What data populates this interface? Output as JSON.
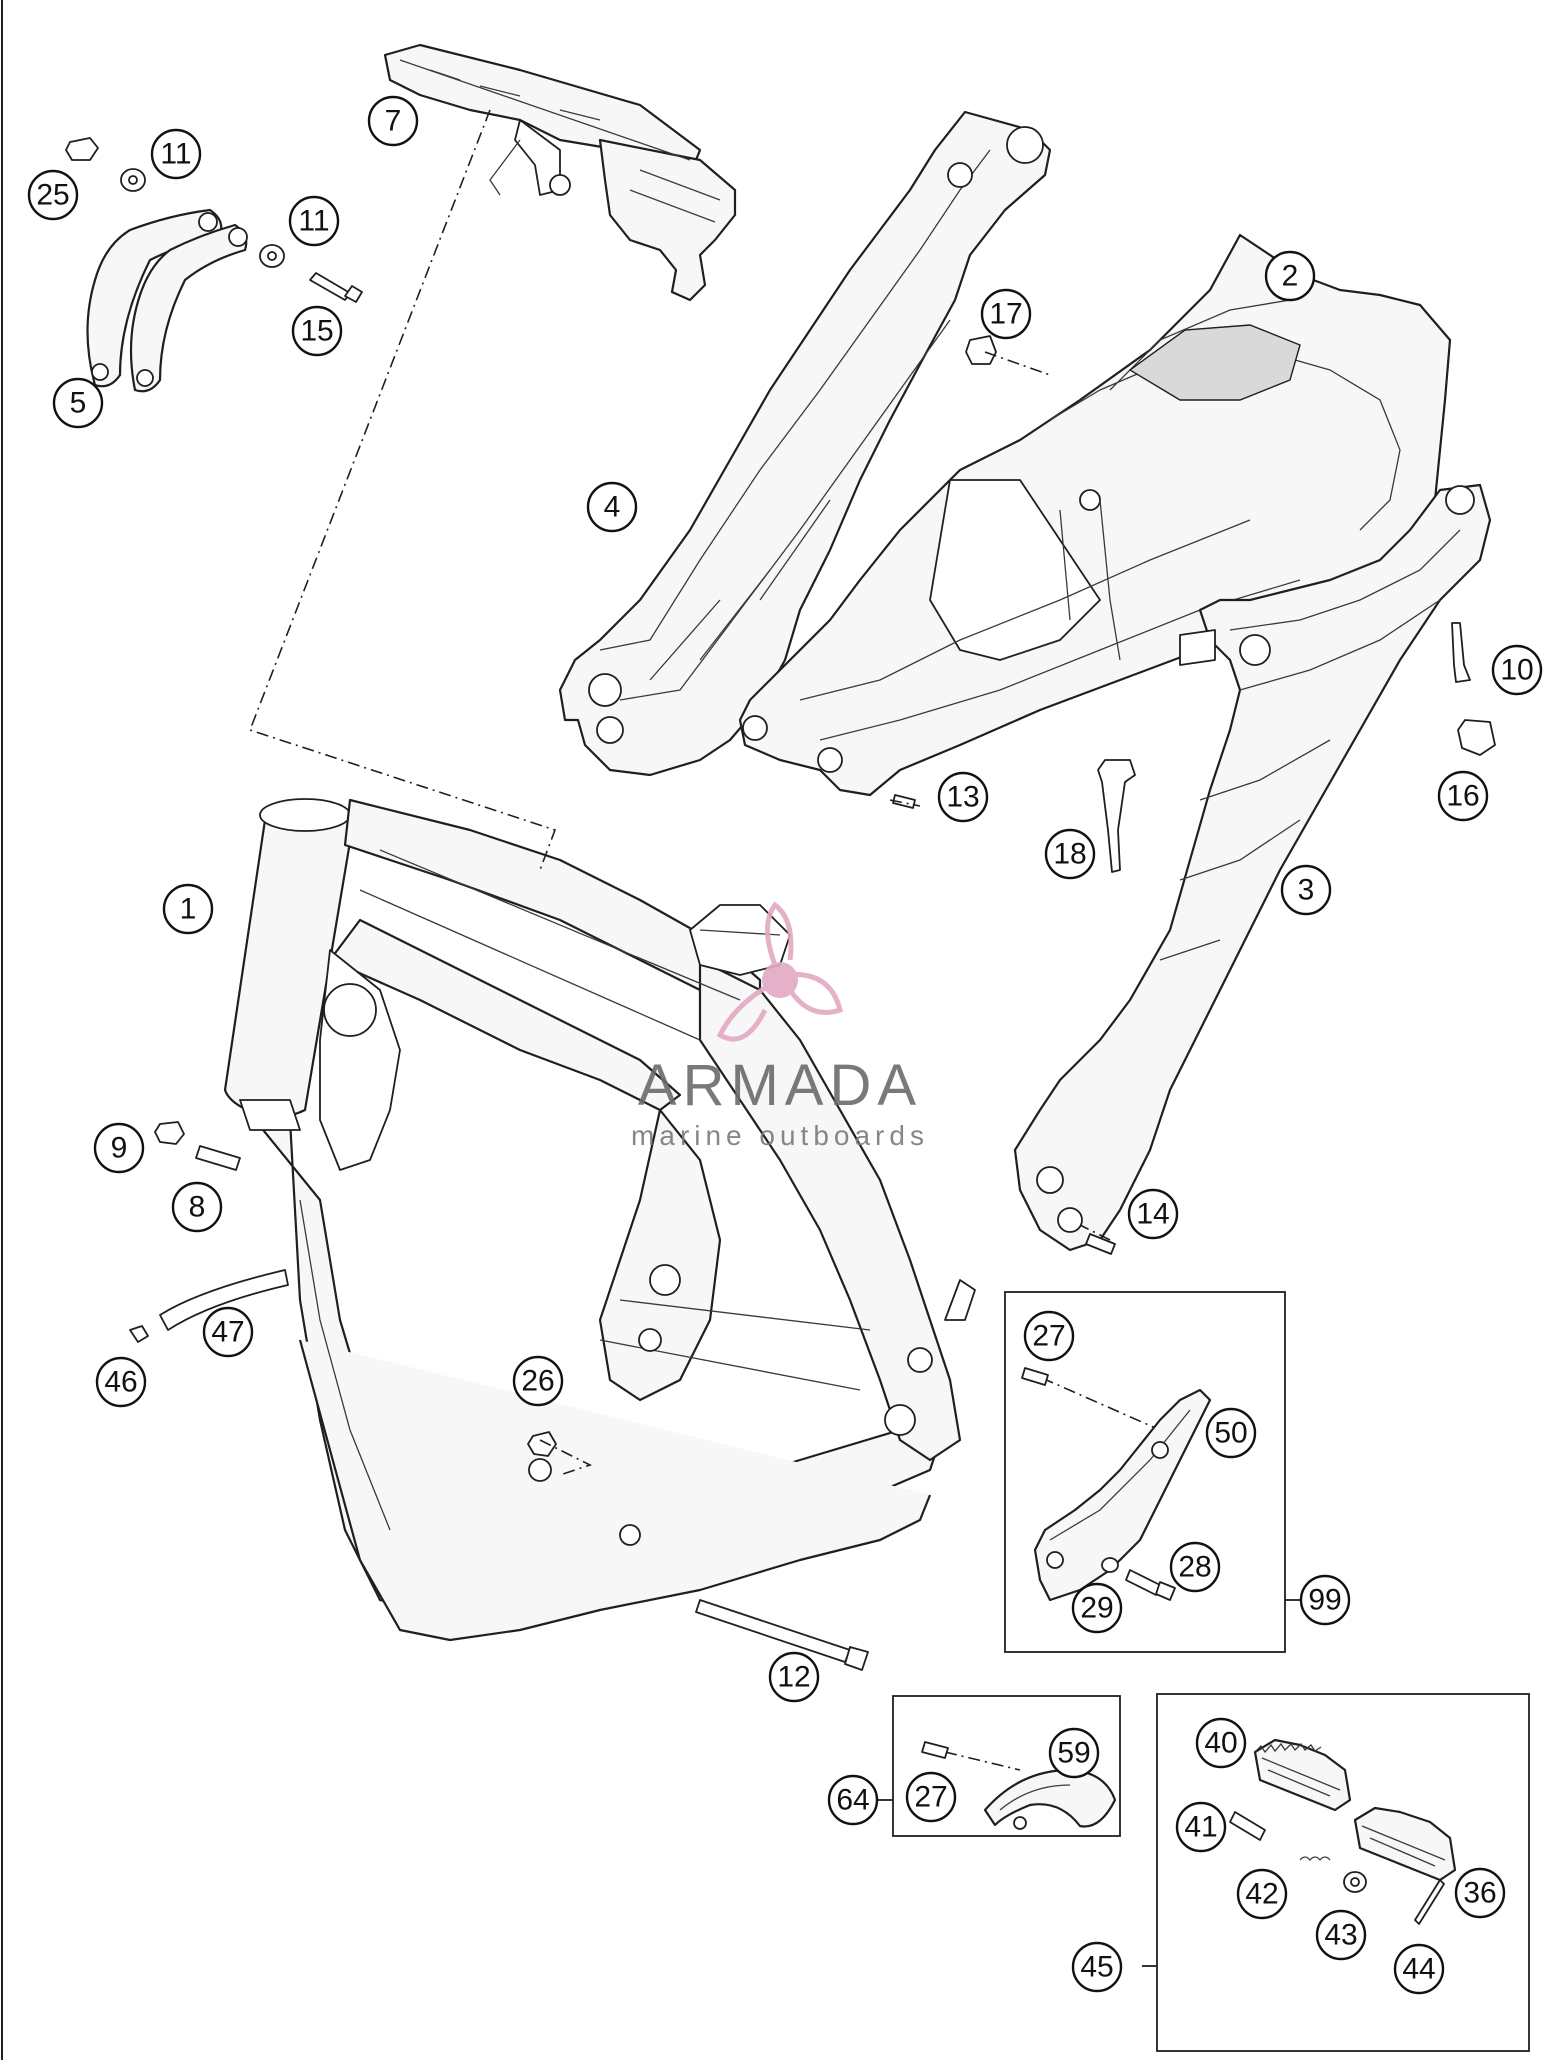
{
  "watermark": {
    "brand": "ARMADA",
    "tagline": "marine outboards",
    "accent_color": "#e3a9c4",
    "icon": "propeller-icon"
  },
  "callouts": [
    {
      "id": "c1",
      "label": "1"
    },
    {
      "id": "c2",
      "label": "2"
    },
    {
      "id": "c3",
      "label": "3"
    },
    {
      "id": "c4",
      "label": "4"
    },
    {
      "id": "c5",
      "label": "5"
    },
    {
      "id": "c7",
      "label": "7"
    },
    {
      "id": "c8",
      "label": "8"
    },
    {
      "id": "c9",
      "label": "9"
    },
    {
      "id": "c10",
      "label": "10"
    },
    {
      "id": "c11a",
      "label": "11"
    },
    {
      "id": "c11b",
      "label": "11"
    },
    {
      "id": "c12",
      "label": "12"
    },
    {
      "id": "c13",
      "label": "13"
    },
    {
      "id": "c14",
      "label": "14"
    },
    {
      "id": "c15",
      "label": "15"
    },
    {
      "id": "c16",
      "label": "16"
    },
    {
      "id": "c17",
      "label": "17"
    },
    {
      "id": "c18",
      "label": "18"
    },
    {
      "id": "c25",
      "label": "25"
    },
    {
      "id": "c26",
      "label": "26"
    },
    {
      "id": "c27a",
      "label": "27"
    },
    {
      "id": "c27b",
      "label": "27"
    },
    {
      "id": "c28",
      "label": "28"
    },
    {
      "id": "c29",
      "label": "29"
    },
    {
      "id": "c36",
      "label": "36"
    },
    {
      "id": "c40",
      "label": "40"
    },
    {
      "id": "c41",
      "label": "41"
    },
    {
      "id": "c42",
      "label": "42"
    },
    {
      "id": "c43",
      "label": "43"
    },
    {
      "id": "c44",
      "label": "44"
    },
    {
      "id": "c45",
      "label": "45"
    },
    {
      "id": "c46",
      "label": "46"
    },
    {
      "id": "c47",
      "label": "47"
    },
    {
      "id": "c50",
      "label": "50"
    },
    {
      "id": "c59",
      "label": "59"
    },
    {
      "id": "c64",
      "label": "64"
    },
    {
      "id": "c99",
      "label": "99"
    }
  ]
}
